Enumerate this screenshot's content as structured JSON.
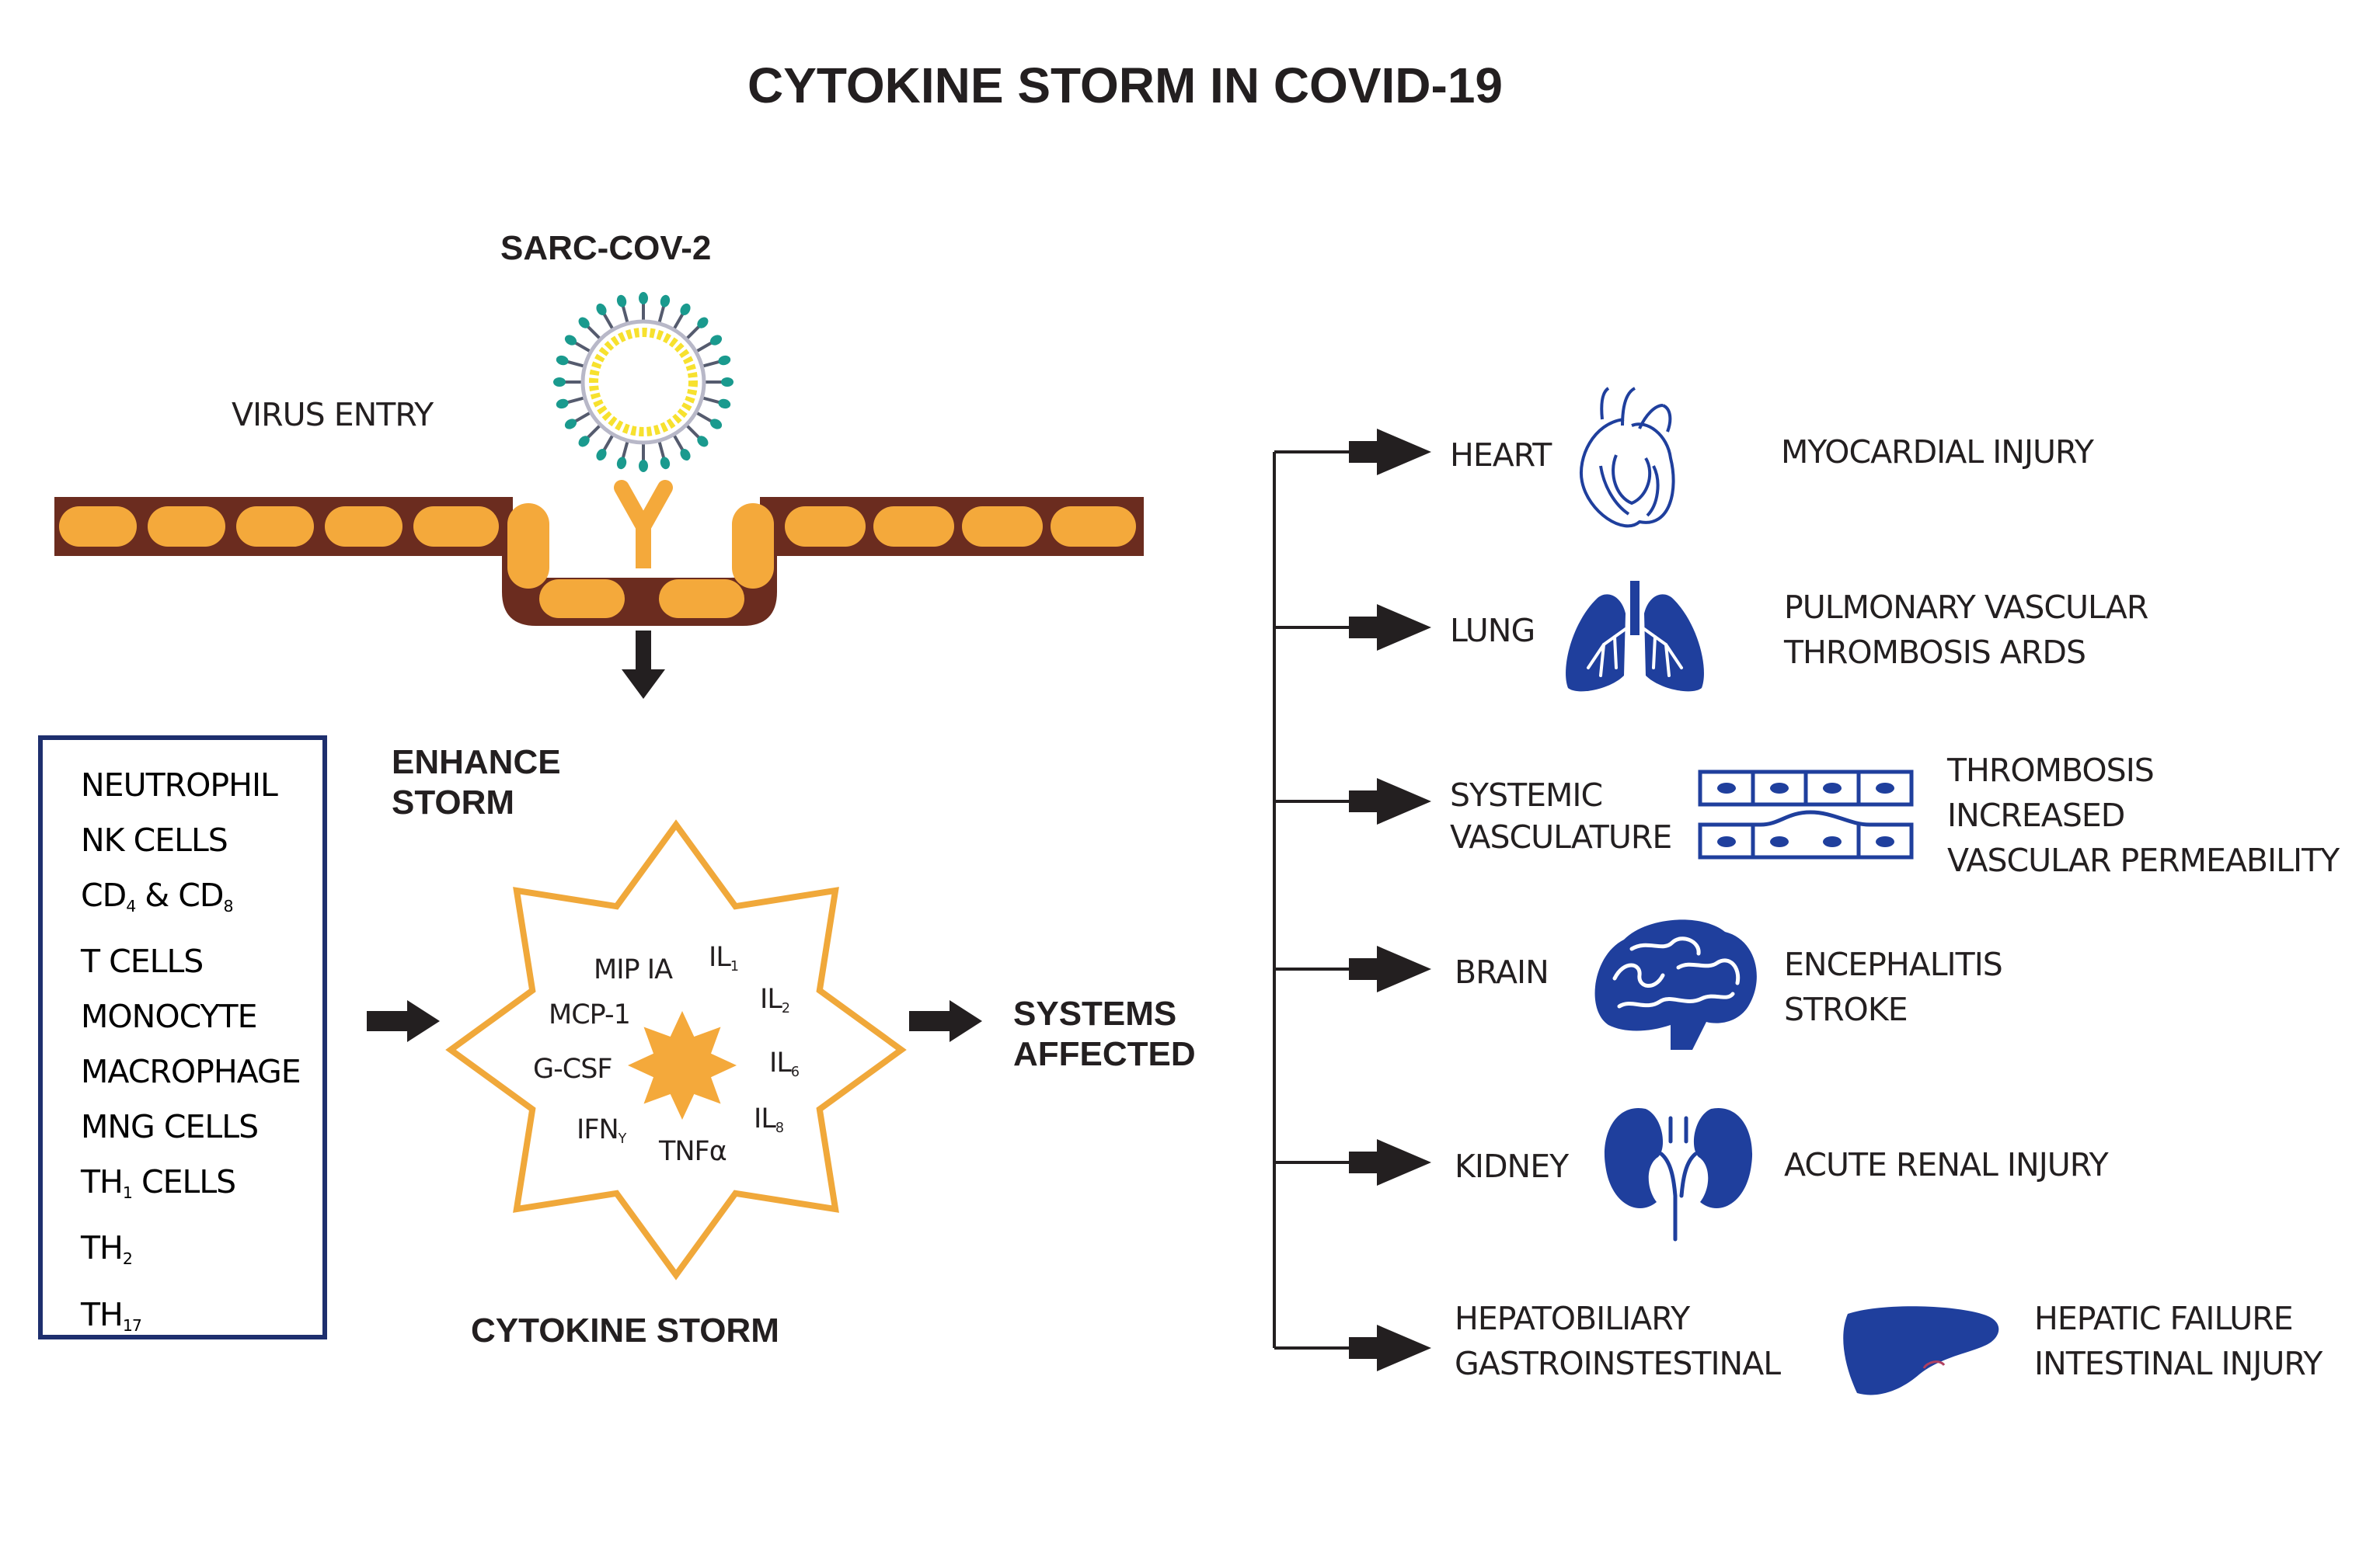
{
  "title": "CYTOKINE STORM IN COVID-19",
  "virus": {
    "name": "SARC-COV-2",
    "entry_label": "VIRUS ENTRY"
  },
  "enhance_label": [
    "ENHANCE",
    "STORM"
  ],
  "immune_cells": [
    {
      "text": "NEUTROPHIL"
    },
    {
      "text": "NK CELLS"
    },
    {
      "parts": [
        "CD",
        "4",
        " & CD",
        "8"
      ]
    },
    {
      "text": "T CELLS"
    },
    {
      "text": "MONOCYTE"
    },
    {
      "text": "MACROPHAGE"
    },
    {
      "text": "MNG CELLS"
    },
    {
      "parts": [
        "TH",
        "1",
        " CELLS"
      ]
    },
    {
      "parts": [
        "TH",
        "2"
      ]
    },
    {
      "parts": [
        "TH",
        "17"
      ]
    }
  ],
  "cytokines": {
    "mip": "MIP IA",
    "mcp": "MCP-1",
    "gcsf": "G-CSF",
    "ifn": {
      "base": "IFN",
      "sub": "Y"
    },
    "tnf": "TNFα",
    "il1": {
      "base": "IL",
      "sub": "1"
    },
    "il2": {
      "base": "IL",
      "sub": "2"
    },
    "il6": {
      "base": "IL",
      "sub": "6"
    },
    "il8": {
      "base": "IL",
      "sub": "8"
    }
  },
  "storm_label": "CYTOKINE STORM",
  "systems_label": [
    "SYSTEMS",
    "AFFECTED"
  ],
  "organs": [
    {
      "name": [
        "HEART"
      ],
      "icon": "heart-icon",
      "effects": [
        "MYOCARDIAL INJURY"
      ]
    },
    {
      "name": [
        "LUNG"
      ],
      "icon": "lungs-icon",
      "effects": [
        "PULMONARY VASCULAR",
        "THROMBOSIS ARDS"
      ]
    },
    {
      "name": [
        "SYSTEMIC",
        "VASCULATURE"
      ],
      "icon": "blood-vessel-icon",
      "effects": [
        "THROMBOSIS",
        "INCREASED",
        "VASCULAR PERMEABILITY"
      ]
    },
    {
      "name": [
        "BRAIN"
      ],
      "icon": "brain-icon",
      "effects": [
        "ENCEPHALITIS",
        "STROKE"
      ]
    },
    {
      "name": [
        "KIDNEY"
      ],
      "icon": "kidneys-icon",
      "effects": [
        "ACUTE RENAL INJURY"
      ]
    },
    {
      "name": [
        "HEPATOBILIARY",
        "GASTROINSTESTINAL"
      ],
      "icon": "liver-icon",
      "effects": [
        "HEPATIC FAILURE",
        "INTESTINAL INJURY"
      ]
    }
  ],
  "colors": {
    "cell_orange": "#f4a93b",
    "membrane_brown": "#6b2c1f",
    "virus_yellow": "#f7e12e",
    "virus_teal": "#1a9a8e",
    "organ_blue": "#1f3f9d",
    "arrow_dark": "#231f20",
    "box_blue": "#1e2f6e"
  }
}
